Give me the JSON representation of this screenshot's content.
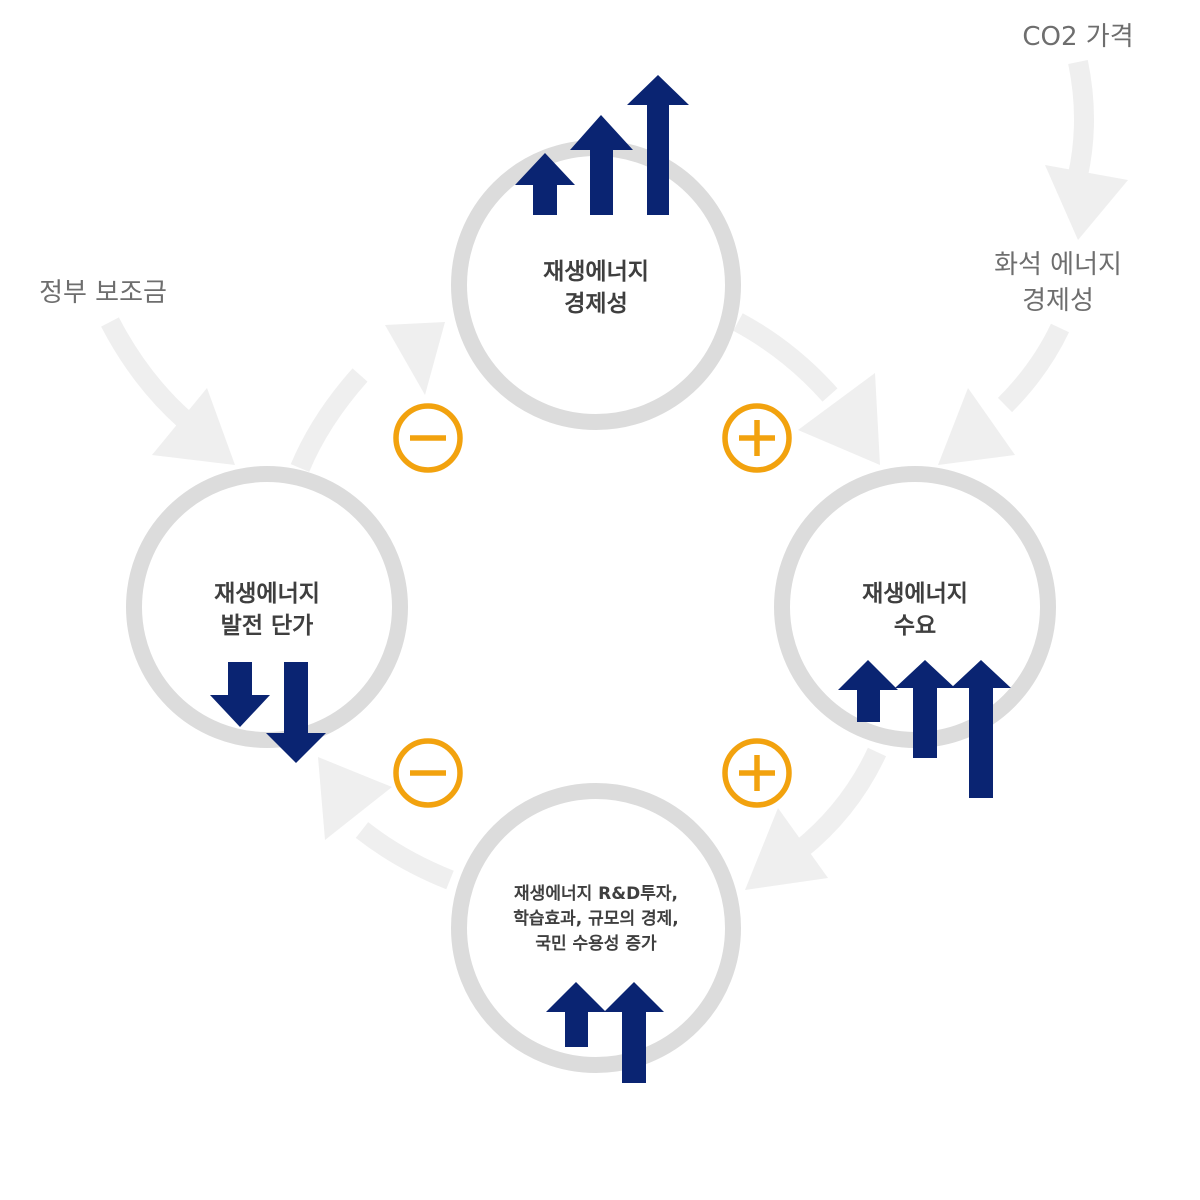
{
  "colors": {
    "ring": "#dcdcdc",
    "flow": "#efefef",
    "trend": "#0a2472",
    "sign": "#f2a20e",
    "text": "#3f3f3f",
    "external_text": "#6e6e6e"
  },
  "nodes": {
    "economics": {
      "line1": "재생에너지",
      "line2": "경제성",
      "trend": "up",
      "arrow_count": 3
    },
    "demand": {
      "line1": "재생에너지",
      "line2": "수요",
      "trend": "up",
      "arrow_count": 3
    },
    "investment": {
      "line1": "재생에너지 R&D투자,",
      "line2": "학습효과, 규모의 경제,",
      "line3": "국민 수용성 증가",
      "trend": "up",
      "arrow_count": 2
    },
    "cost": {
      "line1": "재생에너지",
      "line2": "발전 단가",
      "trend": "down",
      "arrow_count": 2
    }
  },
  "external": {
    "subsidy": {
      "label": "정부 보조금"
    },
    "co2_price": {
      "label": "CO2 가격"
    },
    "fossil": {
      "line1": "화석 에너지",
      "line2": "경제성"
    }
  },
  "links": [
    {
      "from": "cost",
      "to": "economics",
      "sign": "minus"
    },
    {
      "from": "economics",
      "to": "demand",
      "sign": "plus"
    },
    {
      "from": "demand",
      "to": "investment",
      "sign": "plus"
    },
    {
      "from": "investment",
      "to": "cost",
      "sign": "minus"
    }
  ]
}
